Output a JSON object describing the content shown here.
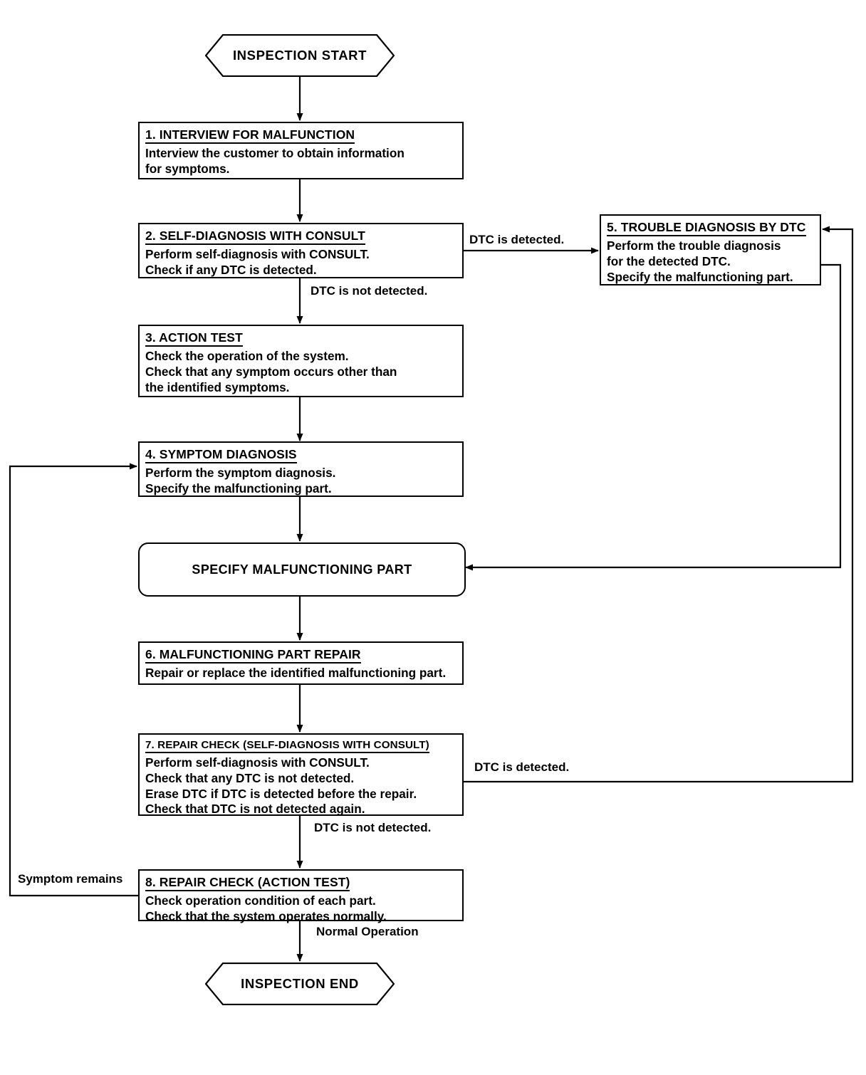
{
  "diagram": {
    "title": "Work Flow Inspection Procedure",
    "start_terminator": {
      "label": "INSPECTION START"
    },
    "end_terminator": {
      "label": "INSPECTION END"
    },
    "nodes": [
      {
        "id": "step1",
        "title": "1. INTERVIEW FOR MALFUNCTION",
        "body": "Interview the customer to obtain information\nfor symptoms."
      },
      {
        "id": "step2",
        "title": "2. SELF-DIAGNOSIS WITH CONSULT",
        "body": "Perform self-diagnosis with CONSULT.\nCheck if any DTC is detected."
      },
      {
        "id": "step3",
        "title": "3. ACTION TEST",
        "body": "Check the operation of the system.\nCheck that any symptom occurs other than\nthe identified symptoms."
      },
      {
        "id": "step4",
        "title": "4. SYMPTOM DIAGNOSIS",
        "body": "Perform the symptom diagnosis.\nSpecify the malfunctioning part."
      },
      {
        "id": "step5",
        "title": "5. TROUBLE DIAGNOSIS BY DTC",
        "body": "Perform the trouble diagnosis\nfor the detected DTC.\nSpecify the malfunctioning part."
      },
      {
        "id": "specify",
        "title": "SPECIFY MALFUNCTIONING PART",
        "body": ""
      },
      {
        "id": "step6",
        "title": "6. MALFUNCTIONING PART REPAIR",
        "body": "Repair or replace the identified malfunctioning part."
      },
      {
        "id": "step7",
        "title": "7. REPAIR CHECK (SELF-DIAGNOSIS WITH CONSULT)",
        "body": "Perform self-diagnosis with CONSULT.\nCheck that any DTC is not detected.\nErase DTC if DTC is detected before the repair.\nCheck that DTC is not detected again."
      },
      {
        "id": "step8",
        "title": "8. REPAIR CHECK (ACTION TEST)",
        "body": "Check operation condition of each part.\nCheck that the system operates normally."
      }
    ],
    "edge_labels": {
      "dtc_detected_step2": "DTC is detected.",
      "dtc_not_detected_step2": "DTC is not detected.",
      "dtc_detected_step7": "DTC is detected.",
      "dtc_not_detected_step7": "DTC is not detected.",
      "symptom_remains": "Symptom remains",
      "normal_operation": "Normal Operation"
    },
    "colors": {
      "stroke": "#000000",
      "background": "#ffffff",
      "text": "#000000"
    }
  }
}
